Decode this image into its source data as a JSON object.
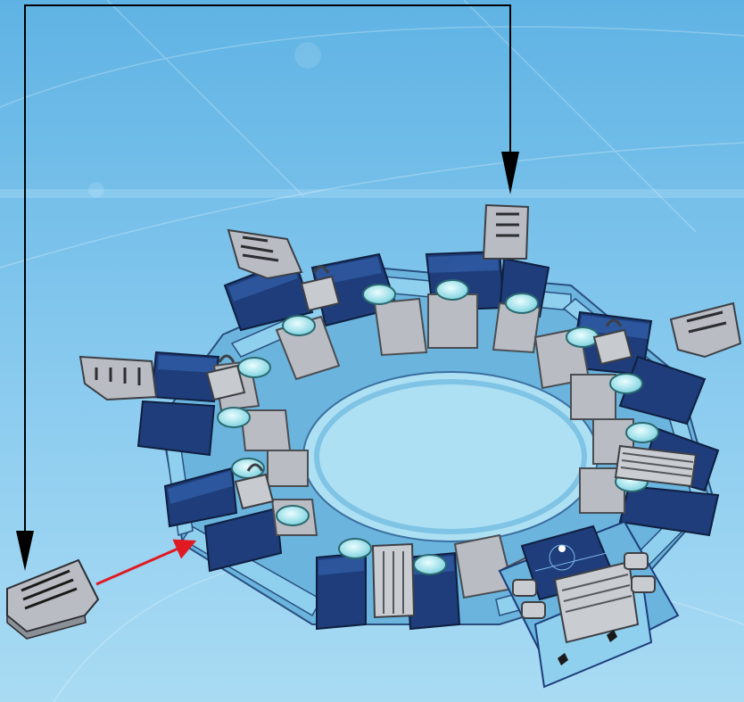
{
  "page": {
    "kind": "building-instruction-step",
    "background": {
      "top": "#63b6e6",
      "bottom": "#9fd6f2",
      "band": "#8ccbee"
    }
  },
  "colors": {
    "dark_blue": "#1e3d7a",
    "dark_blue_top": "#2f5aa3",
    "medium_blue": "#6ab4de",
    "light_blue": "#8fd0ee",
    "gray": "#b9bcc2",
    "gray_dark": "#8b8f96",
    "black": "#1a1a1a",
    "trans_clear": "#bfeef2",
    "callout_line": "#000000",
    "accent_arrow": "#e01a22"
  },
  "icons": {
    "callout_arrows": [
      "arrow-down-icon",
      "arrow-down-icon"
    ],
    "placement_arrow": "arrow-right-icon"
  },
  "parts": {
    "loose_wedge_count": 1,
    "ring_wedges": 5,
    "tile_round_clear": 14,
    "clip_plates": 4
  }
}
